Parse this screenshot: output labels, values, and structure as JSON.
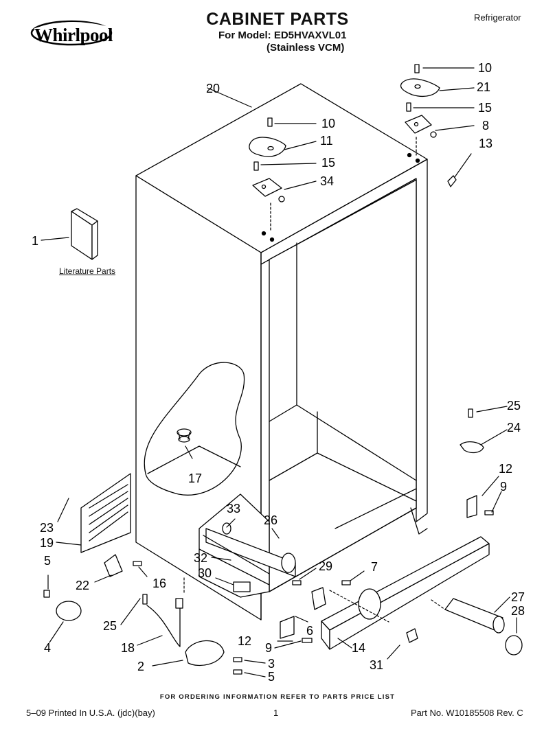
{
  "header": {
    "brand": "Whirlpool",
    "title": "CABINET PARTS",
    "model_line": "For Model: ED5HVAXVL01",
    "model_sub": "(Stainless VCM)",
    "category": "Refrigerator"
  },
  "diagram": {
    "literature_label": "Literature Parts",
    "callouts": [
      {
        "id": "c10a",
        "label": "10"
      },
      {
        "id": "c21",
        "label": "21"
      },
      {
        "id": "c15a",
        "label": "15"
      },
      {
        "id": "c8",
        "label": "8"
      },
      {
        "id": "c13",
        "label": "13"
      },
      {
        "id": "c20",
        "label": "20"
      },
      {
        "id": "c10b",
        "label": "10"
      },
      {
        "id": "c11",
        "label": "11"
      },
      {
        "id": "c15b",
        "label": "15"
      },
      {
        "id": "c34",
        "label": "34"
      },
      {
        "id": "c1",
        "label": "1"
      },
      {
        "id": "c25a",
        "label": "25"
      },
      {
        "id": "c24",
        "label": "24"
      },
      {
        "id": "c12a",
        "label": "12"
      },
      {
        "id": "c9a",
        "label": "9"
      },
      {
        "id": "c17",
        "label": "17"
      },
      {
        "id": "c33",
        "label": "33"
      },
      {
        "id": "c26",
        "label": "26"
      },
      {
        "id": "c23",
        "label": "23"
      },
      {
        "id": "c19",
        "label": "19"
      },
      {
        "id": "c32",
        "label": "32"
      },
      {
        "id": "c29",
        "label": "29"
      },
      {
        "id": "c7",
        "label": "7"
      },
      {
        "id": "c30",
        "label": "30"
      },
      {
        "id": "c5a",
        "label": "5"
      },
      {
        "id": "c22",
        "label": "22"
      },
      {
        "id": "c16",
        "label": "16"
      },
      {
        "id": "c27",
        "label": "27"
      },
      {
        "id": "c28",
        "label": "28"
      },
      {
        "id": "c25b",
        "label": "25"
      },
      {
        "id": "c6",
        "label": "6"
      },
      {
        "id": "c12b",
        "label": "12"
      },
      {
        "id": "c9b",
        "label": "9"
      },
      {
        "id": "c14",
        "label": "14"
      },
      {
        "id": "c4",
        "label": "4"
      },
      {
        "id": "c18",
        "label": "18"
      },
      {
        "id": "c31",
        "label": "31"
      },
      {
        "id": "c2",
        "label": "2"
      },
      {
        "id": "c3",
        "label": "3"
      },
      {
        "id": "c5b",
        "label": "5"
      }
    ]
  },
  "footer": {
    "order_note": "FOR ORDERING INFORMATION REFER TO PARTS PRICE LIST",
    "printed": "5–09 Printed In U.S.A. (jdc)(bay)",
    "page": "1",
    "part_no": "Part No. W10185508 Rev. C"
  }
}
